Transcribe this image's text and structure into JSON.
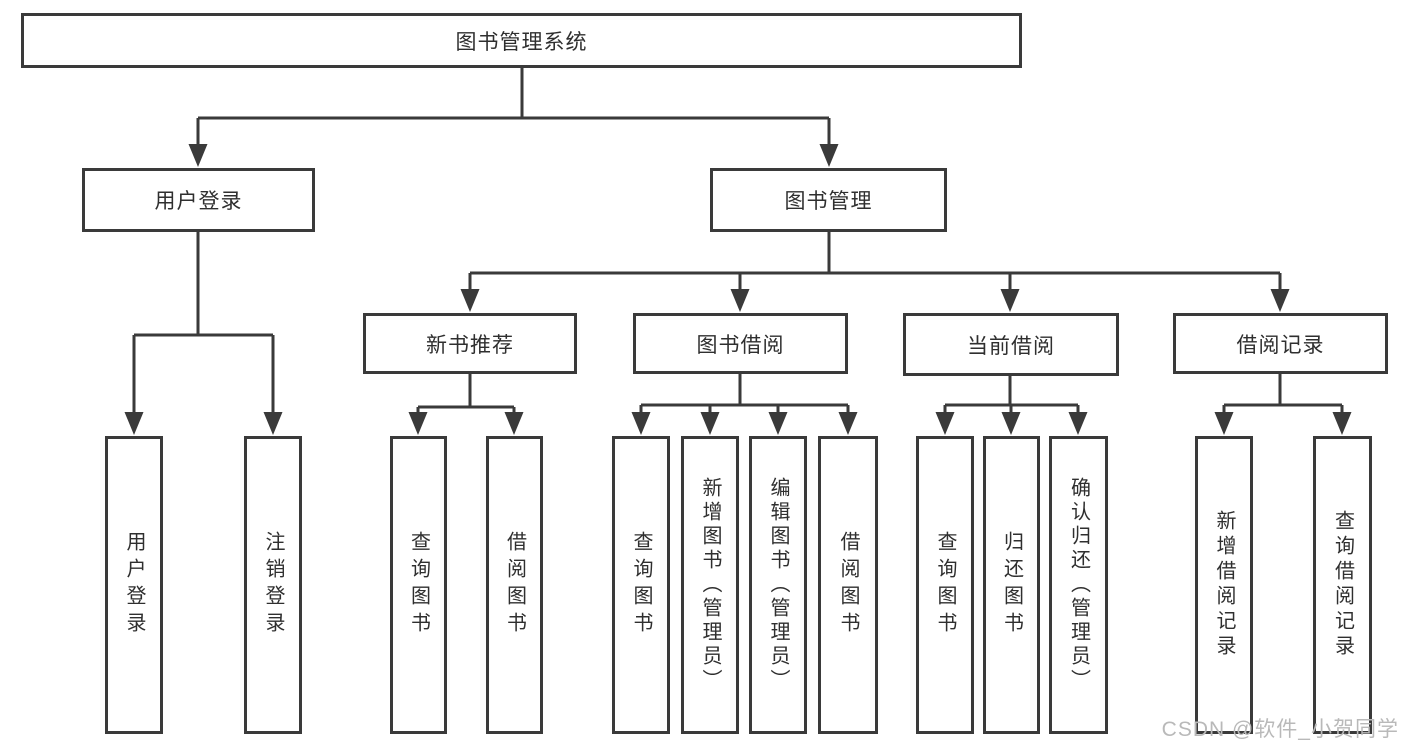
{
  "colors": {
    "line": "#3a3a3a",
    "box_background": "#ffffff",
    "text": "#2f2f2f",
    "watermark": "#b9b9b9"
  },
  "root": {
    "label": "图书管理系统"
  },
  "level2": [
    {
      "label": "用户登录"
    },
    {
      "label": "图书管理"
    }
  ],
  "level3": [
    {
      "label": "新书推荐"
    },
    {
      "label": "图书借阅"
    },
    {
      "label": "当前借阅"
    },
    {
      "label": "借阅记录"
    }
  ],
  "leaves": {
    "user_login": [
      {
        "label": "用户登录"
      },
      {
        "label": "注销登录"
      }
    ],
    "new_book_recommend": [
      {
        "label": "查询图书"
      },
      {
        "label": "借阅图书"
      }
    ],
    "book_borrow": [
      {
        "label": "查询图书"
      },
      {
        "label": "新增图书（管理员）"
      },
      {
        "label": "编辑图书（管理员）"
      },
      {
        "label": "借阅图书"
      }
    ],
    "current_borrow": [
      {
        "label": "查询图书"
      },
      {
        "label": "归还图书"
      },
      {
        "label": "确认归还（管理员）"
      }
    ],
    "borrow_record": [
      {
        "label": "新增借阅记录"
      },
      {
        "label": "查询借阅记录"
      }
    ]
  },
  "watermark": {
    "label": "CSDN @软件_小贺同学"
  }
}
